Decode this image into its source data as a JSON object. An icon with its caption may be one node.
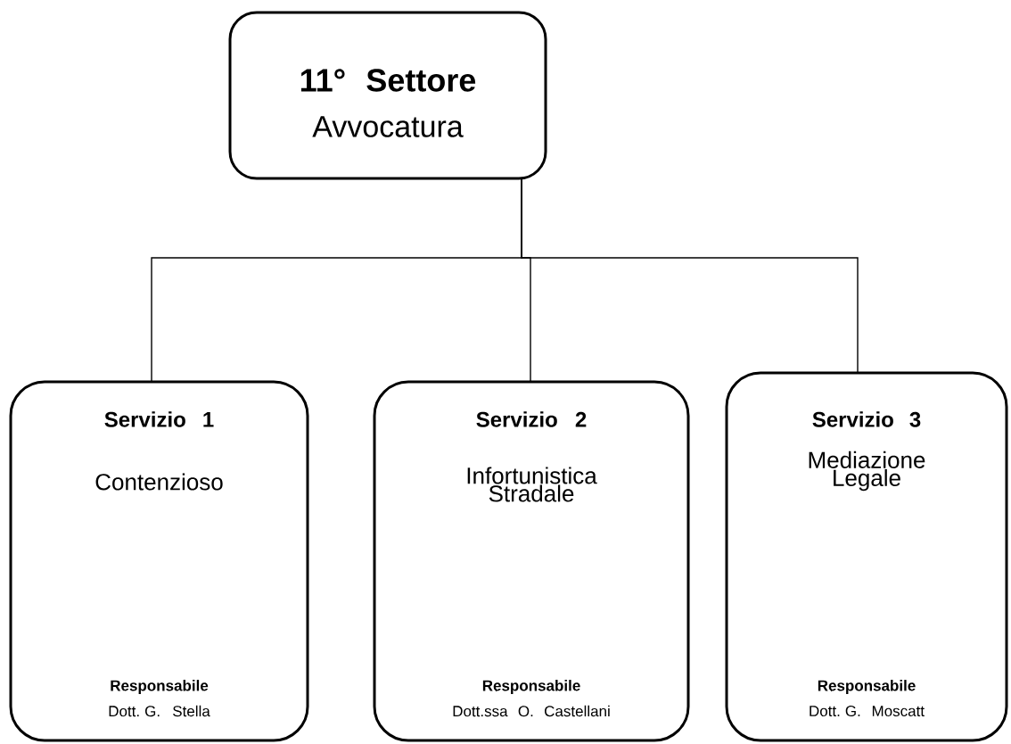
{
  "diagram": {
    "nodes": [
      {
        "text": [
          "11° Settore",
          "Avvocatura"
        ]
      },
      {
        "text": [
          "Servizio 1",
          "Contenzioso",
          "Responsabile",
          "Dott. G. Stella"
        ]
      },
      {
        "text": [
          "Servizio 2",
          "Infortunistica Stradale",
          "Responsabile",
          "Dott.ssa O. Castellani"
        ]
      },
      {
        "text": [
          "Servizio 3",
          "Mediazione Legale",
          "Responsabile",
          "Dott. G. Moscatt"
        ]
      }
    ],
    "edges": [
      {
        "from": 0,
        "to": 1,
        "arrow": "none"
      },
      {
        "from": 0,
        "to": 2,
        "arrow": "none"
      },
      {
        "from": 0,
        "to": 3,
        "arrow": "none"
      }
    ]
  }
}
